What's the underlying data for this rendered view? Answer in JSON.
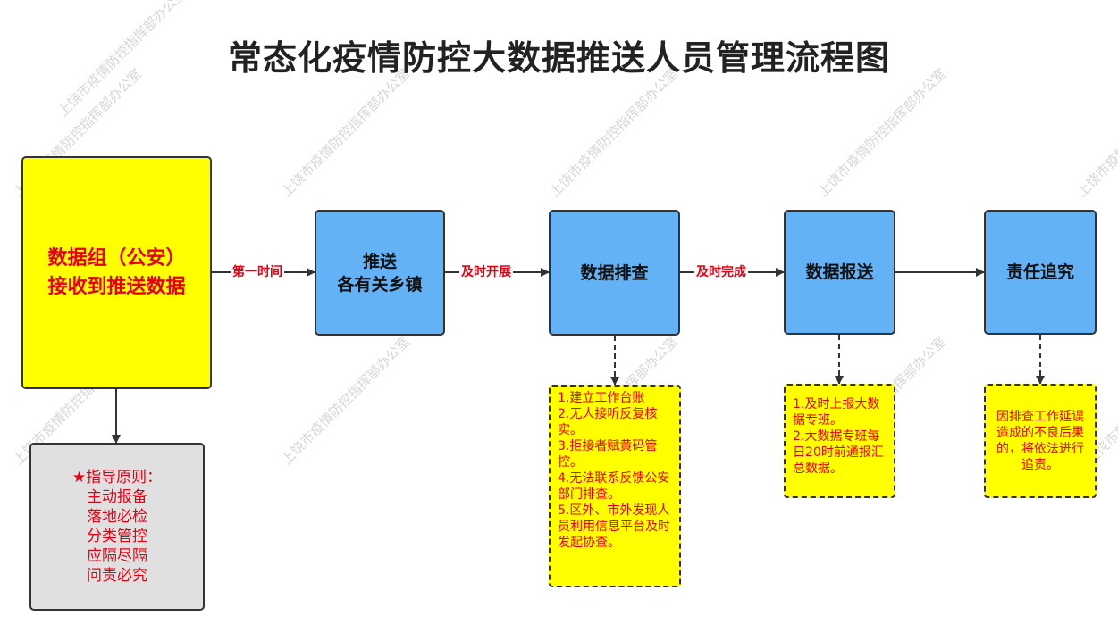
{
  "title": "常态化疫情防控大数据推送人员管理流程图",
  "watermark": "上饶市疫情防控指挥部办公室",
  "nodes": {
    "source": "数据组（公安）\n接收到推送数据",
    "push": "推送\n各有关乡镇",
    "check": "数据排查",
    "report": "数据报送",
    "accountability": "责任追究"
  },
  "edges": {
    "source_push": "第一时间",
    "push_check": "及时开展",
    "check_report": "及时完成"
  },
  "principles": "★指导原则：\n主动报备\n落地必检\n分类管控\n应隔尽隔\n问责必究",
  "notes": {
    "check": "1.建立工作台账\n2.无人接听反复核实。\n3.拒接者赋黄码管控。\n4.无法联系反馈公安部门排查。\n5.区外、市外发现人员利用信息平台及时发起协查。",
    "report": "1.及时上报大数据专班。\n2.大数据专班每日20时前通报汇总数据。",
    "accountability": "因排查工作延误造成的不良后果的，将依法进行追责。"
  },
  "colors": {
    "blue_node": "#62b2f5",
    "yellow": "#ffff00",
    "gray_node": "#e0e0e0",
    "red_text": "#e60012"
  }
}
